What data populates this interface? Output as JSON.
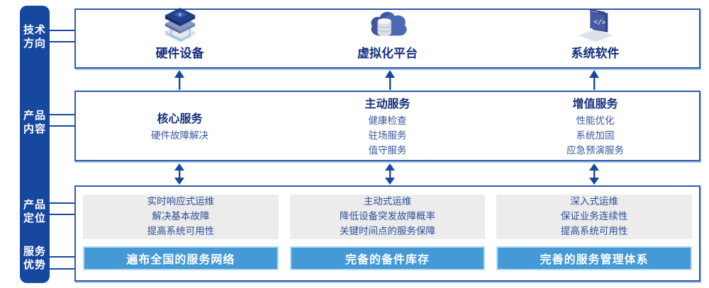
{
  "sidebar": {
    "items": [
      {
        "line1": "技术",
        "line2": "方向"
      },
      {
        "line1": "产品",
        "line2": "内容"
      },
      {
        "line1": "产品",
        "line2": "定位"
      },
      {
        "line1": "服务",
        "line2": "优势"
      }
    ]
  },
  "tech_row": {
    "items": [
      {
        "icon": "hardware-stack-icon",
        "label": "硬件设备"
      },
      {
        "icon": "cloud-database-icon",
        "label": "虚拟化平台"
      },
      {
        "icon": "software-window-icon",
        "label": "系统软件"
      }
    ]
  },
  "content_row": {
    "columns": [
      {
        "title": "核心服务",
        "items": [
          "硬件故障解决"
        ]
      },
      {
        "title": "主动服务",
        "items": [
          "健康检查",
          "驻场服务",
          "值守服务"
        ]
      },
      {
        "title": "增值服务",
        "items": [
          "性能优化",
          "系统加固",
          "应急预演服务"
        ]
      }
    ]
  },
  "positioning_row": {
    "columns": [
      {
        "lines": [
          "实时响应式运维",
          "解决基本故障",
          "提高系统可用性"
        ],
        "advantage": "遍布全国的服务网络"
      },
      {
        "lines": [
          "主动式运维",
          "降低设备突发故障概率",
          "关键时间点的服务保障"
        ],
        "advantage": "完备的备件库存"
      },
      {
        "lines": [
          "深入式运维",
          "保证业务连续性",
          "提高系统可用性"
        ],
        "advantage": "完善的服务管理体系"
      }
    ]
  },
  "colors": {
    "rail_navy": "#16489E",
    "panel_border": "#2D5AA9",
    "title_navy": "#132F7E",
    "body_blue": "#3A56A0",
    "gray_box": "#ECECEC",
    "advantage_blue": "#4499D6",
    "advantage_border": "#B5DDF4",
    "arrow_navy": "#17479E"
  }
}
